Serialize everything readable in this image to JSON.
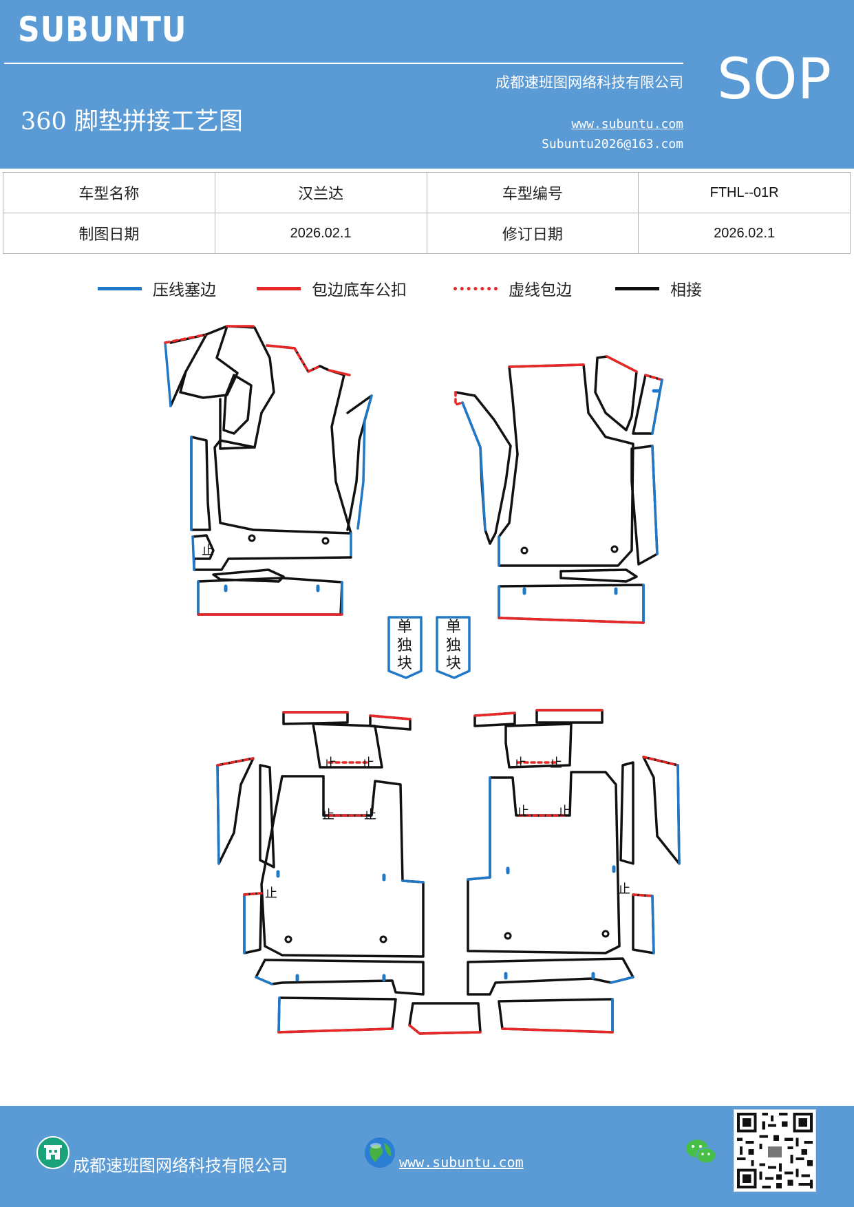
{
  "header": {
    "brand": "SUBUNTU",
    "company": "成都速班图网络科技有限公司",
    "title": "360 脚垫拼接工艺图",
    "url": "www.subuntu.com",
    "email": "Subuntu2026@163.com",
    "sop": "SOP"
  },
  "info": {
    "model_name_label": "车型名称",
    "model_name": "汉兰达",
    "model_code_label": "车型编号",
    "model_code": "FTHL--01R",
    "draw_date_label": "制图日期",
    "draw_date": "2026.02.1",
    "revise_date_label": "修订日期",
    "revise_date": "2026.02.1"
  },
  "legend": [
    {
      "label": "压线塞边",
      "color": "#1f78c8",
      "style": "solid"
    },
    {
      "label": "包边底车公扣",
      "color": "#e82727",
      "style": "solid"
    },
    {
      "label": "虚线包边",
      "color": "#e82727",
      "style": "dotted"
    },
    {
      "label": "相接",
      "color": "#111111",
      "style": "solid"
    }
  ],
  "drawing": {
    "single_piece_label": [
      "单",
      "独",
      "块"
    ],
    "mark_symbol": "止"
  },
  "footer": {
    "company": "成都速班图网络科技有限公司",
    "url": "www.subuntu.com",
    "qr_icon": "qr-code-icon",
    "wechat_icon": "wechat-icon"
  }
}
